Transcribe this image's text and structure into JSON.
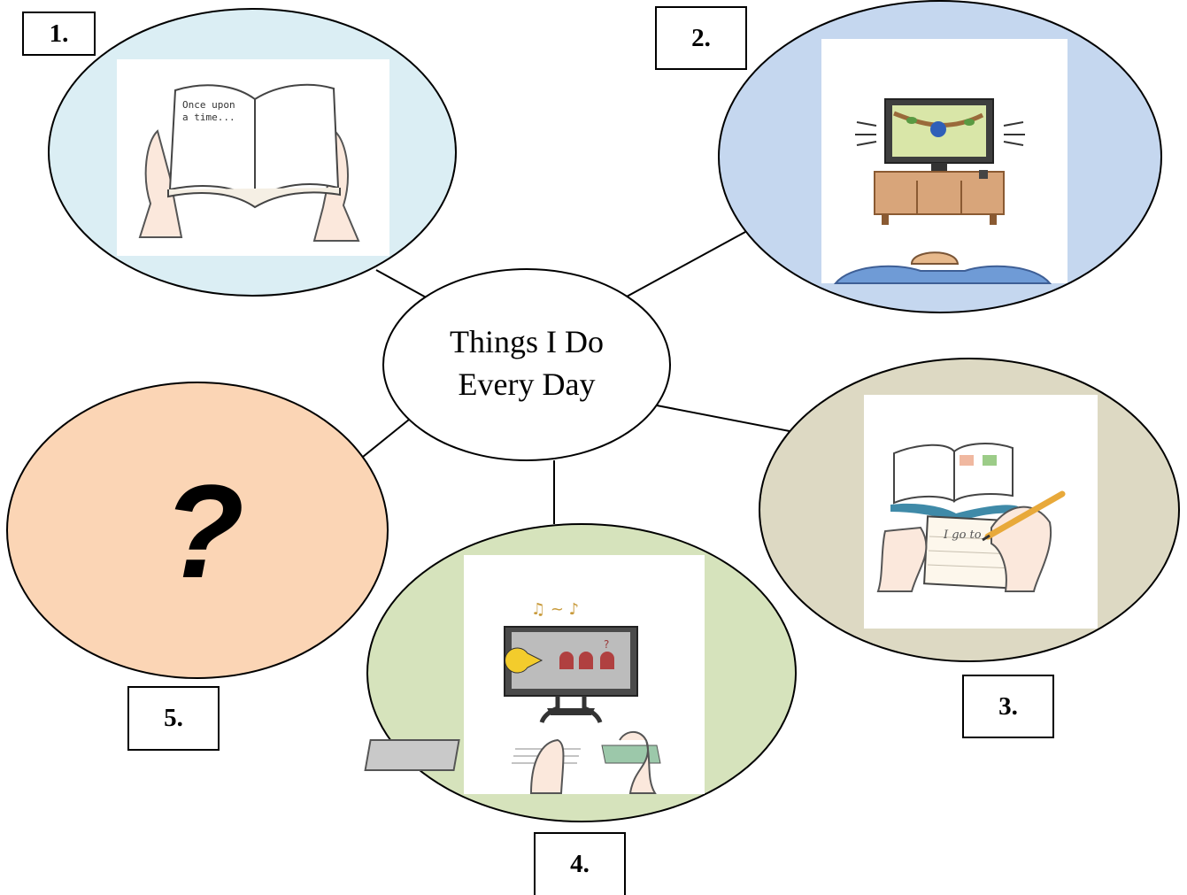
{
  "center": {
    "line1": "Things I Do",
    "line2": "Every Day"
  },
  "labels": {
    "n1": "1.",
    "n2": "2.",
    "n3": "3.",
    "n4": "4.",
    "n5": "5."
  },
  "question_mark": "?",
  "pictures": {
    "reading": {
      "icon": "open-book",
      "text_line1": "Once upon",
      "text_line2": "a time..."
    },
    "tv": {
      "icon": "television"
    },
    "writing": {
      "icon": "notebook-pencil",
      "text": "I go to"
    },
    "game": {
      "icon": "computer-game"
    }
  },
  "colors": {
    "reading_bubble": "#dbeef4",
    "tv_bubble": "#c5d7ef",
    "writing_bubble": "#ddd9c3",
    "game_bubble": "#d6e3bc",
    "question_bubble": "#fbd5b5"
  }
}
